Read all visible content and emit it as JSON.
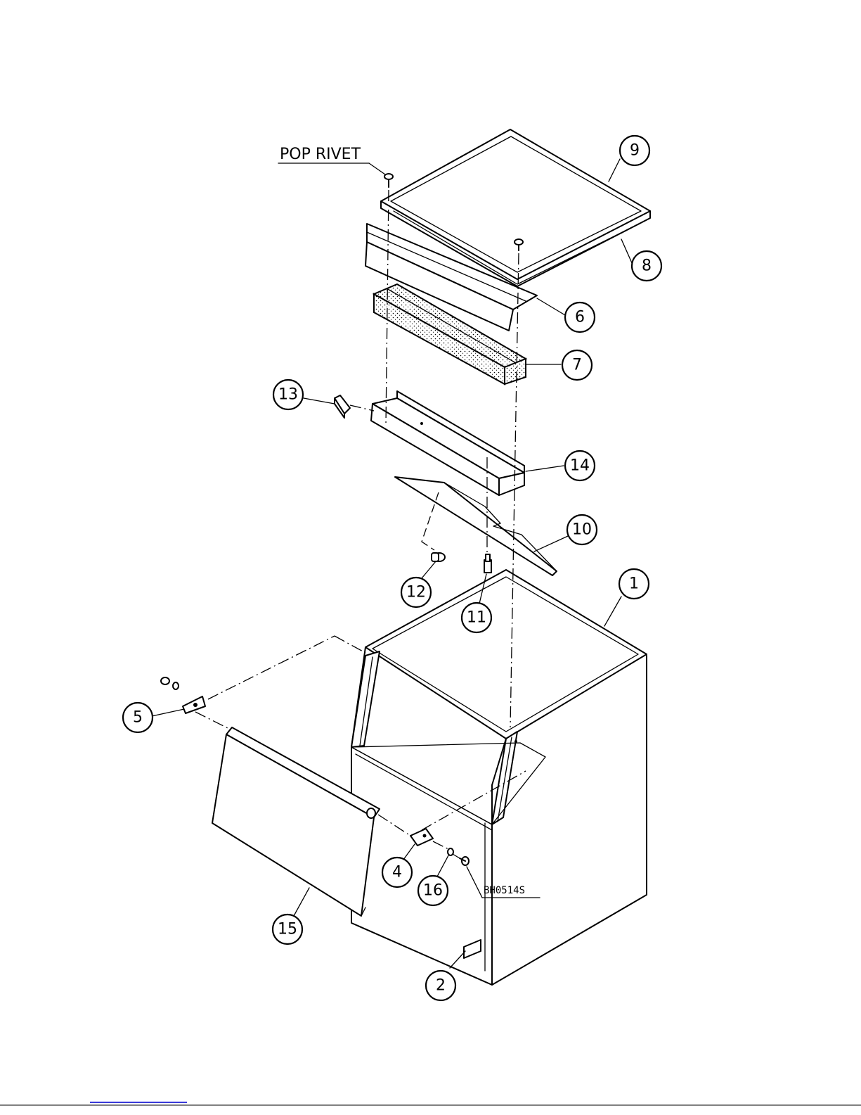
{
  "labels": {
    "pop_rivet": "POP RIVET",
    "drawing_code": "BH0514S"
  },
  "callouts": [
    {
      "id": "1",
      "text": "1"
    },
    {
      "id": "2",
      "text": "2"
    },
    {
      "id": "4",
      "text": "4"
    },
    {
      "id": "5",
      "text": "5"
    },
    {
      "id": "6",
      "text": "6"
    },
    {
      "id": "7",
      "text": "7"
    },
    {
      "id": "8",
      "text": "8"
    },
    {
      "id": "9",
      "text": "9"
    },
    {
      "id": "10",
      "text": "10"
    },
    {
      "id": "11",
      "text": "11"
    },
    {
      "id": "12",
      "text": "12"
    },
    {
      "id": "13",
      "text": "13"
    },
    {
      "id": "14",
      "text": "14"
    },
    {
      "id": "15",
      "text": "15"
    },
    {
      "id": "16",
      "text": "16"
    }
  ]
}
